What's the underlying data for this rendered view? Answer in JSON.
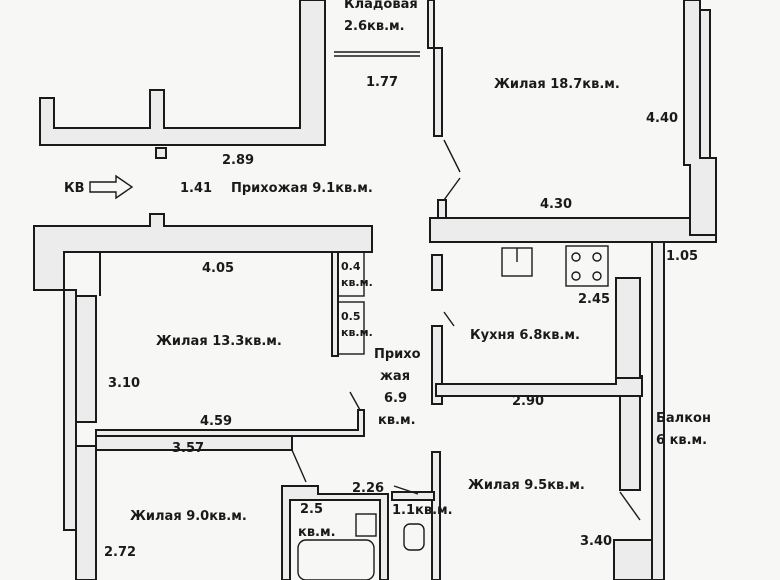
{
  "rooms": {
    "storage": {
      "name": "Кладовая",
      "area": "2.6кв.м."
    },
    "living_18": "Жилая 18.7кв.м.",
    "hall_91": "Прихожая 9.1кв.м.",
    "living_133": "Жилая 13.3кв.м.",
    "kitchen": "Кухня 6.8кв.м.",
    "hall_69": {
      "line1": "Прихо",
      "line2": "жая",
      "line3": "6.9",
      "line4": "кв.м."
    },
    "balcony": {
      "line1": "Балкон",
      "line2": "6 кв.м."
    },
    "living_95": "Жилая 9.5кв.м.",
    "living_90": "Жилая 9.0кв.м.",
    "closet_04": {
      "line1": "0.4",
      "line2": "кв.м."
    },
    "closet_05": {
      "line1": "0.5",
      "line2": "кв.м."
    },
    "bath_25": {
      "line1": "2.5",
      "line2": "кв.м."
    },
    "wc_11": "1.1кв.м."
  },
  "entrance": {
    "label": "КВ"
  },
  "dimensions": {
    "d_177": "1.77",
    "d_440": "4.40",
    "d_289": "2.89",
    "d_141": "1.41",
    "d_430": "4.30",
    "d_405": "4.05",
    "d_105": "1.05",
    "d_245": "2.45",
    "d_310": "3.10",
    "d_459": "4.59",
    "d_290": "2.90",
    "d_357": "3.57",
    "d_226": "2.26",
    "d_272": "2.72",
    "d_340": "3.40"
  }
}
